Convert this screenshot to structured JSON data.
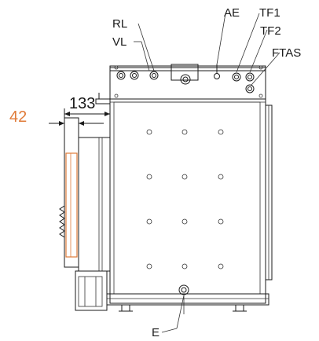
{
  "labels": {
    "rl": "RL",
    "vl": "VL",
    "ae": "AE",
    "tf1": "TF1",
    "tf2": "TF2",
    "ftas": "FTAS",
    "e": "E"
  },
  "dimensions": {
    "outer": "133",
    "inner": "42"
  },
  "colors": {
    "accent_dimension": "#e07b39",
    "line": "#1a1a1a"
  }
}
